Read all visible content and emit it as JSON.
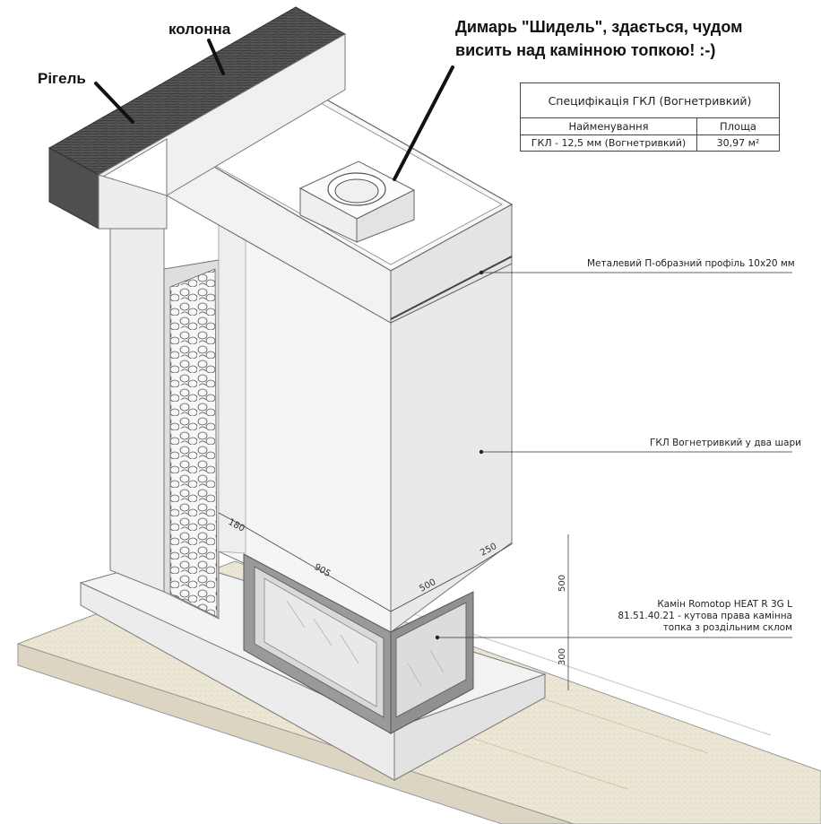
{
  "annotations": {
    "rigel": "Рігель",
    "kolonna": "колонна",
    "chimney_line1": "Димарь \"Шидель\", здається, чудом",
    "chimney_line2": "висить над камінною топкою! :-)"
  },
  "spec_table": {
    "title": "Специфікація ГКЛ (Вогнетривкий)",
    "col_name": "Найменування",
    "col_area": "Площа",
    "row_name": "ГКЛ - 12,5 мм (Вогнетривкий)",
    "row_area": "30,97 м²"
  },
  "callouts": {
    "profile": "Металевий П-образний профіль 10х20 мм",
    "gkl": "ГКЛ Вогнетривкий у два шари",
    "fireplace_line1": "Камін Romotop HEAT R 3G L",
    "fireplace_line2": "81.51.40.21 - кутова права камінна",
    "fireplace_line3": "топка з роздільним склом"
  },
  "dimensions": {
    "d180": "180",
    "d905": "905",
    "d250": "250",
    "d500a": "500",
    "d500b": "500",
    "d300": "300"
  },
  "colors": {
    "beam": "#4a4a4a",
    "wall_light": "#f4f4f4",
    "wall_shade": "#e6e6e6",
    "floor": "#e8e1cf",
    "frame": "#8a8a8a"
  }
}
